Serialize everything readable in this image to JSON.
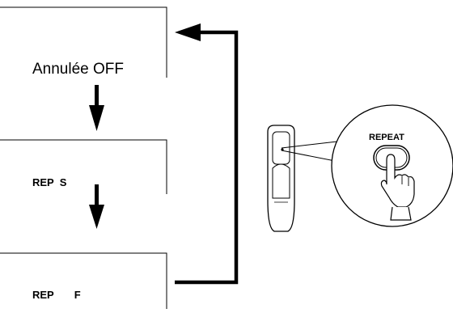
{
  "diagram": {
    "states": [
      {
        "id": "off",
        "label": "Annulée OFF"
      },
      {
        "id": "rep_s",
        "label": "REP  S"
      },
      {
        "id": "rep_f",
        "label": "REP       F"
      }
    ],
    "remote": {
      "button_label": "REPEAT"
    }
  }
}
